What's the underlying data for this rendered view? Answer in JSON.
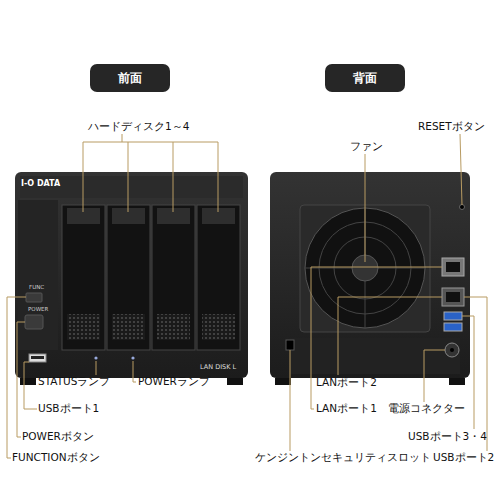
{
  "diagram": {
    "nodes": [
      {
        "text": [
          "前面"
        ]
      },
      {
        "text": [
          "背面"
        ]
      }
    ],
    "labels": [
      "ハードディスク1～4",
      "I-O DATA",
      "FUNC",
      "POWER",
      "LAN DISK L",
      "STATUSランプ",
      "POWERランプ",
      "USBポート1",
      "POWERボタン",
      "FUNCTIONボタン",
      "ファン",
      "RESETボタン",
      "LANポート2",
      "LANポート1",
      "電源コネクター",
      "USBポート3・4",
      "USBポート2",
      "ケンジントンセキュリティスロット"
    ]
  }
}
